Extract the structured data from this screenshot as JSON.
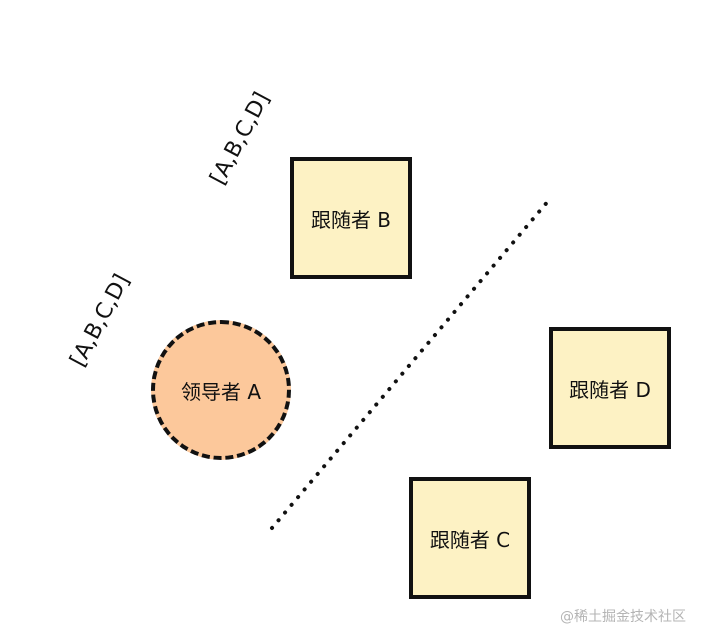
{
  "nodes": {
    "leader_a": {
      "label": "领导者 A",
      "role": "leader",
      "fill": "#fcc89b",
      "border": "dashed"
    },
    "follower_b": {
      "label": "跟随者 B",
      "role": "follower",
      "fill": "#fdf2c4"
    },
    "follower_c": {
      "label": "跟随者 C",
      "role": "follower",
      "fill": "#fdf2c4"
    },
    "follower_d": {
      "label": "跟随者 D",
      "role": "follower",
      "fill": "#fdf2c4"
    }
  },
  "logs": {
    "leader_a": "[A,B,C,D]",
    "follower_b": "[A,B,C,D]"
  },
  "partition": {
    "style": "dotted",
    "color": "#111111"
  },
  "watermark": "@稀土掘金技术社区"
}
